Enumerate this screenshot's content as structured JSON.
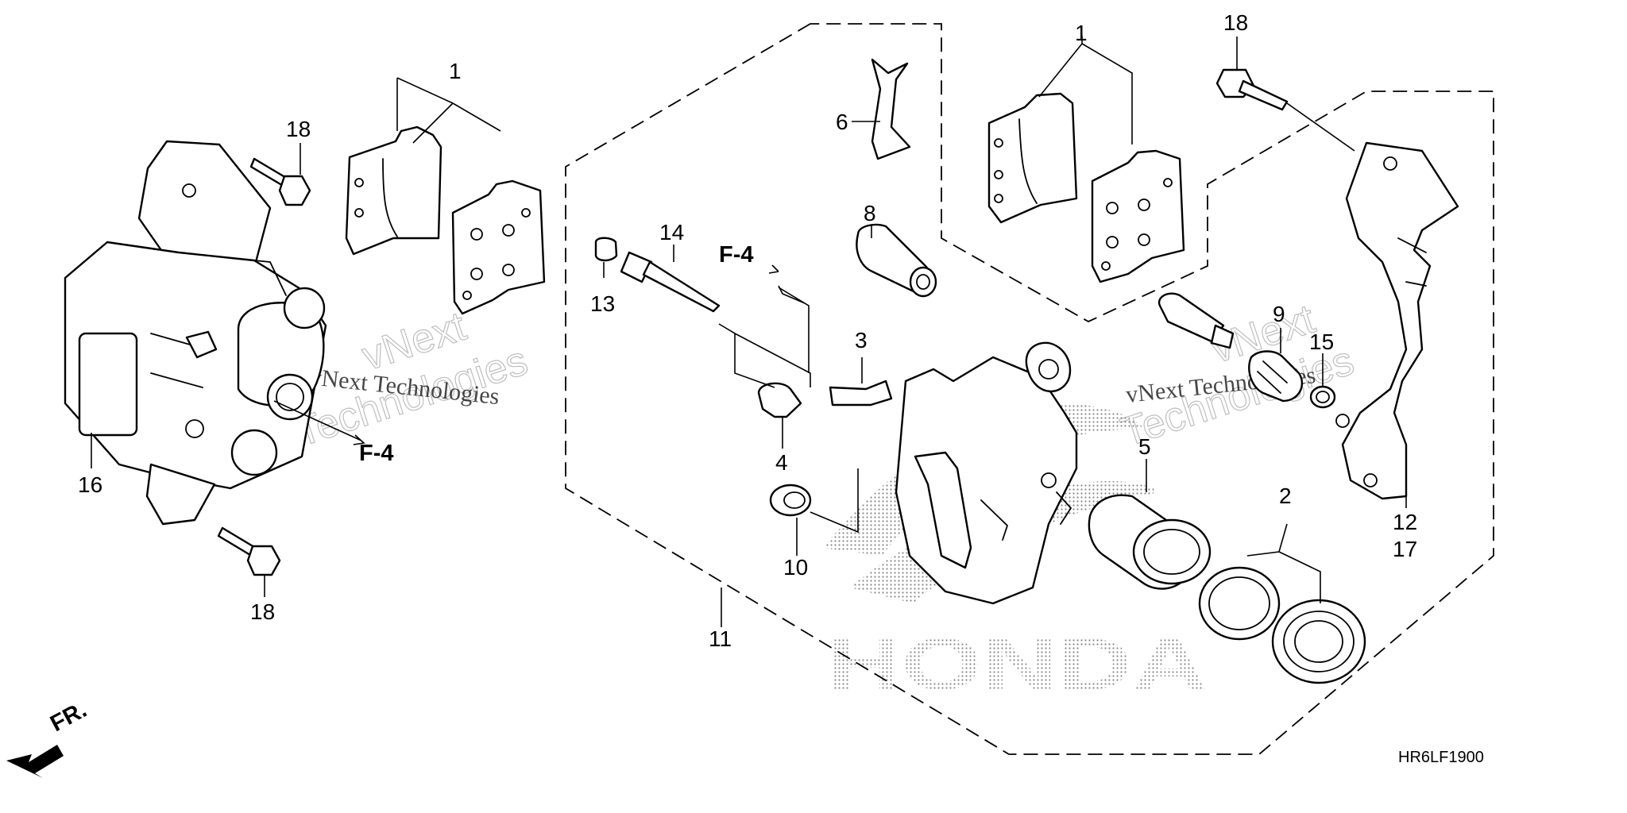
{
  "callouts": {
    "c1_left": "1",
    "c1_right": "1",
    "c2": "2",
    "c3": "3",
    "c4": "4",
    "c5": "5",
    "c6": "6",
    "c8": "8",
    "c9": "9",
    "c10": "10",
    "c11": "11",
    "c12": "12",
    "c13": "13",
    "c14": "14",
    "c15": "15",
    "c16": "16",
    "c17": "17",
    "c18_top_left": "18",
    "c18_bottom_left": "18",
    "c18_top_right": "18"
  },
  "references": {
    "f4_left": "F-4",
    "f4_center": "F-4"
  },
  "direction": {
    "front_label": "FR."
  },
  "diagram_code": "HR6LF1900",
  "watermarks": {
    "brand_line1": "vNext",
    "brand_line2": "Technologies",
    "caption_left": "vNext Technologies",
    "caption_right": "vNext Technologies"
  },
  "logo": {
    "text": "HONDA"
  },
  "colors": {
    "line": "#000000",
    "background": "#ffffff",
    "watermark_gray": "#8a8a8a"
  }
}
